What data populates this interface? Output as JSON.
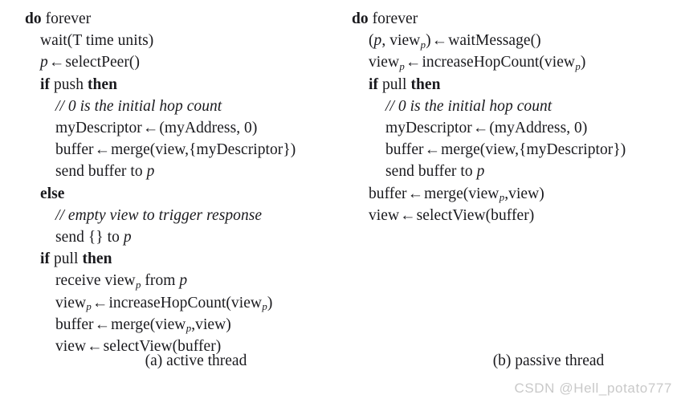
{
  "figure": {
    "background_color": "#ffffff",
    "text_color": "#1a1a1e",
    "watermark": "CSDN @Hell_potato777",
    "watermark_color": "#c9c9c9"
  },
  "panels": [
    {
      "id": "active-thread",
      "caption": "(a) active thread",
      "lines": [
        {
          "indent": 0,
          "tokens": [
            {
              "t": "keyword",
              "v": "do"
            },
            {
              "t": "space",
              "v": " "
            },
            {
              "t": "text",
              "v": "forever"
            }
          ]
        },
        {
          "indent": 1,
          "tokens": [
            {
              "t": "text",
              "v": "wait(T time units)"
            }
          ]
        },
        {
          "indent": 1,
          "tokens": [
            {
              "t": "var",
              "v": "p"
            },
            {
              "t": "arrow",
              "v": "←"
            },
            {
              "t": "text",
              "v": "selectPeer()"
            }
          ]
        },
        {
          "indent": 1,
          "tokens": [
            {
              "t": "keyword",
              "v": "if"
            },
            {
              "t": "space",
              "v": " "
            },
            {
              "t": "text",
              "v": "push"
            },
            {
              "t": "space",
              "v": " "
            },
            {
              "t": "keyword",
              "v": "then"
            }
          ]
        },
        {
          "indent": 2,
          "tokens": [
            {
              "t": "comment",
              "v": "// 0 is the initial hop count"
            }
          ]
        },
        {
          "indent": 2,
          "tokens": [
            {
              "t": "text",
              "v": "myDescriptor"
            },
            {
              "t": "arrow",
              "v": "←"
            },
            {
              "t": "text",
              "v": "(myAddress, 0)"
            }
          ]
        },
        {
          "indent": 2,
          "tokens": [
            {
              "t": "text",
              "v": "buffer"
            },
            {
              "t": "arrow",
              "v": "←"
            },
            {
              "t": "text",
              "v": "merge(view,{myDescriptor})"
            }
          ]
        },
        {
          "indent": 2,
          "tokens": [
            {
              "t": "text",
              "v": "send buffer to "
            },
            {
              "t": "var",
              "v": "p"
            }
          ]
        },
        {
          "indent": 1,
          "tokens": [
            {
              "t": "keyword",
              "v": "else"
            }
          ]
        },
        {
          "indent": 2,
          "tokens": [
            {
              "t": "comment",
              "v": "// empty view to trigger response"
            }
          ]
        },
        {
          "indent": 2,
          "tokens": [
            {
              "t": "text",
              "v": "send {} to "
            },
            {
              "t": "var",
              "v": "p"
            }
          ]
        },
        {
          "indent": 1,
          "tokens": [
            {
              "t": "keyword",
              "v": "if"
            },
            {
              "t": "space",
              "v": " "
            },
            {
              "t": "text",
              "v": "pull"
            },
            {
              "t": "space",
              "v": " "
            },
            {
              "t": "keyword",
              "v": "then"
            }
          ]
        },
        {
          "indent": 2,
          "tokens": [
            {
              "t": "text",
              "v": "receive view"
            },
            {
              "t": "sub",
              "v": "p"
            },
            {
              "t": "text",
              "v": " from "
            },
            {
              "t": "var",
              "v": "p"
            }
          ]
        },
        {
          "indent": 2,
          "tokens": [
            {
              "t": "text",
              "v": "view"
            },
            {
              "t": "sub",
              "v": "p"
            },
            {
              "t": "arrow",
              "v": "←"
            },
            {
              "t": "text",
              "v": "increaseHopCount(view"
            },
            {
              "t": "sub",
              "v": "p"
            },
            {
              "t": "text",
              "v": ")"
            }
          ]
        },
        {
          "indent": 2,
          "tokens": [
            {
              "t": "text",
              "v": "buffer"
            },
            {
              "t": "arrow",
              "v": "←"
            },
            {
              "t": "text",
              "v": "merge(view"
            },
            {
              "t": "sub",
              "v": "p"
            },
            {
              "t": "text",
              "v": ",view)"
            }
          ]
        },
        {
          "indent": 2,
          "tokens": [
            {
              "t": "text",
              "v": "view"
            },
            {
              "t": "arrow",
              "v": "←"
            },
            {
              "t": "text",
              "v": "selectView(buffer)"
            }
          ]
        }
      ]
    },
    {
      "id": "passive-thread",
      "caption": "(b) passive thread",
      "lines": [
        {
          "indent": 0,
          "tokens": [
            {
              "t": "keyword",
              "v": "do"
            },
            {
              "t": "space",
              "v": " "
            },
            {
              "t": "text",
              "v": "forever"
            }
          ]
        },
        {
          "indent": 1,
          "tokens": [
            {
              "t": "text",
              "v": "("
            },
            {
              "t": "var",
              "v": "p"
            },
            {
              "t": "text",
              "v": ", view"
            },
            {
              "t": "sub",
              "v": "p"
            },
            {
              "t": "text",
              "v": ")"
            },
            {
              "t": "arrow",
              "v": "←"
            },
            {
              "t": "text",
              "v": "waitMessage()"
            }
          ]
        },
        {
          "indent": 1,
          "tokens": [
            {
              "t": "text",
              "v": "view"
            },
            {
              "t": "sub",
              "v": "p"
            },
            {
              "t": "arrow",
              "v": "←"
            },
            {
              "t": "text",
              "v": "increaseHopCount(view"
            },
            {
              "t": "sub",
              "v": "p"
            },
            {
              "t": "text",
              "v": ")"
            }
          ]
        },
        {
          "indent": 1,
          "tokens": [
            {
              "t": "keyword",
              "v": "if"
            },
            {
              "t": "space",
              "v": " "
            },
            {
              "t": "text",
              "v": "pull"
            },
            {
              "t": "space",
              "v": " "
            },
            {
              "t": "keyword",
              "v": "then"
            }
          ]
        },
        {
          "indent": 2,
          "tokens": [
            {
              "t": "comment",
              "v": "// 0 is the initial hop count"
            }
          ]
        },
        {
          "indent": 2,
          "tokens": [
            {
              "t": "text",
              "v": "myDescriptor"
            },
            {
              "t": "arrow",
              "v": "←"
            },
            {
              "t": "text",
              "v": "(myAddress, 0)"
            }
          ]
        },
        {
          "indent": 2,
          "tokens": [
            {
              "t": "text",
              "v": "buffer"
            },
            {
              "t": "arrow",
              "v": "←"
            },
            {
              "t": "text",
              "v": "merge(view,{myDescriptor})"
            }
          ]
        },
        {
          "indent": 2,
          "tokens": [
            {
              "t": "text",
              "v": "send buffer to "
            },
            {
              "t": "var",
              "v": "p"
            }
          ]
        },
        {
          "indent": 1,
          "tokens": [
            {
              "t": "text",
              "v": "buffer"
            },
            {
              "t": "arrow",
              "v": "←"
            },
            {
              "t": "text",
              "v": "merge(view"
            },
            {
              "t": "sub",
              "v": "p"
            },
            {
              "t": "text",
              "v": ",view)"
            }
          ]
        },
        {
          "indent": 1,
          "tokens": [
            {
              "t": "text",
              "v": "view"
            },
            {
              "t": "arrow",
              "v": "←"
            },
            {
              "t": "text",
              "v": "selectView(buffer)"
            }
          ]
        }
      ]
    }
  ]
}
